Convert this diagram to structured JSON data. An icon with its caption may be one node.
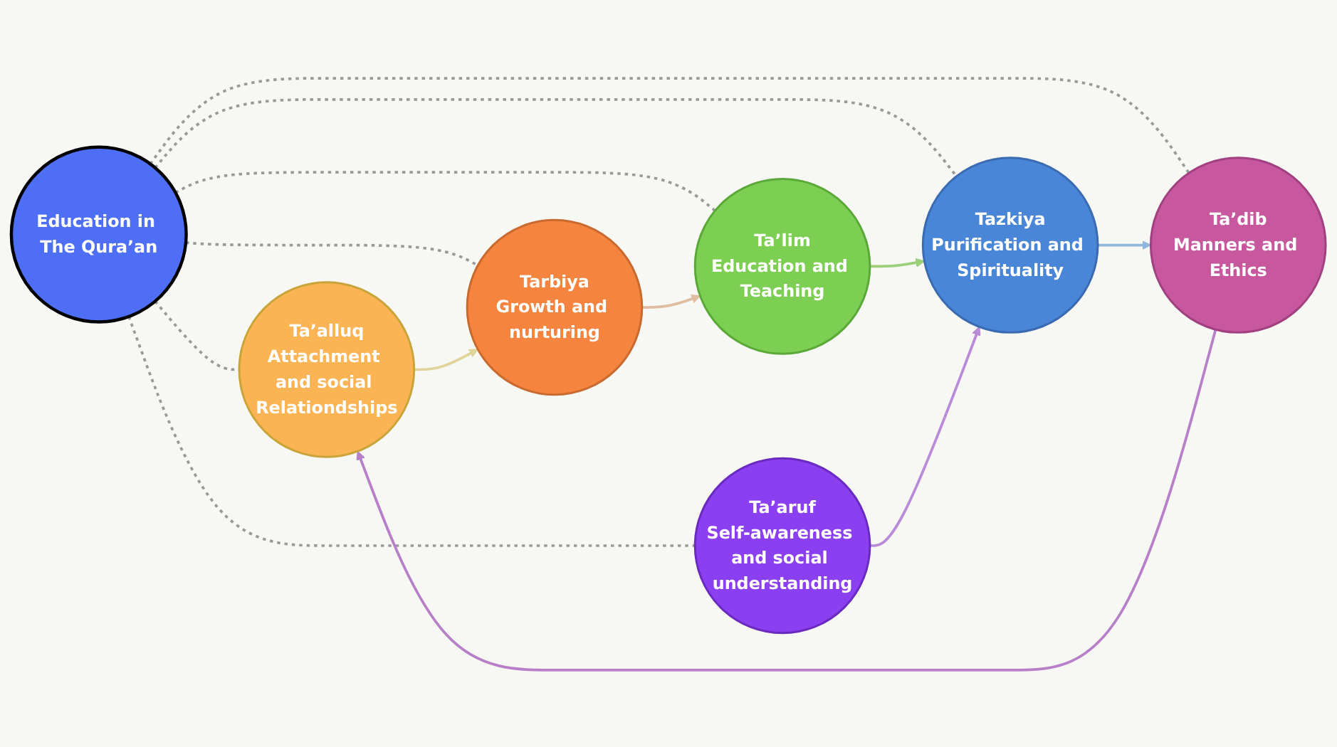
{
  "diagram": {
    "nodes": [
      {
        "text": [
          "Ta’alluq",
          "Attachment and social Relationdships"
        ]
      },
      {
        "text": [
          "Tarbiya",
          "Growth and nurturing"
        ]
      },
      {
        "text": [
          "Ta’lim",
          "Education and Teaching"
        ]
      },
      {
        "text": [
          "Education in The Qura’an"
        ]
      },
      {
        "text": [
          "Ta’aruf",
          "Self-awareness and social understanding"
        ]
      },
      {
        "text": [
          "Ta’dib",
          "Manners and Ethics"
        ]
      },
      {
        "text": [
          "Tazkiya",
          "Purification and Spirituality"
        ]
      }
    ],
    "edges": [
      {
        "from": 3,
        "to": 0,
        "arrow": "none",
        "style": "dashed",
        "color": "#999999"
      },
      {
        "from": 3,
        "to": 1,
        "arrow": "none",
        "style": "dashed",
        "color": "#999999"
      },
      {
        "from": 3,
        "to": 2,
        "arrow": "none",
        "style": "dashed",
        "color": "#999999"
      },
      {
        "from": 3,
        "to": 4,
        "arrow": "none",
        "style": "dashed",
        "color": "#999999"
      },
      {
        "from": 3,
        "to": 5,
        "arrow": "none",
        "style": "dashed",
        "color": "#999999"
      },
      {
        "from": 3,
        "to": 6,
        "arrow": "none",
        "style": "dashed",
        "color": "#999999"
      },
      {
        "from": 0,
        "to": 1,
        "arrow": "to",
        "color": "#e0d49a"
      },
      {
        "from": 1,
        "to": 2,
        "arrow": "to",
        "color": "#e0bca0"
      },
      {
        "from": 5,
        "to": 0,
        "arrow": "to",
        "color": "#b77fc8"
      },
      {
        "from": 2,
        "to": 6,
        "arrow": "to",
        "color": "#9ccf7a"
      },
      {
        "from": 4,
        "to": 6,
        "arrow": "to",
        "color": "#b88ad8"
      },
      {
        "from": 6,
        "to": 5,
        "arrow": "to",
        "color": "#8fb8dc"
      }
    ]
  }
}
